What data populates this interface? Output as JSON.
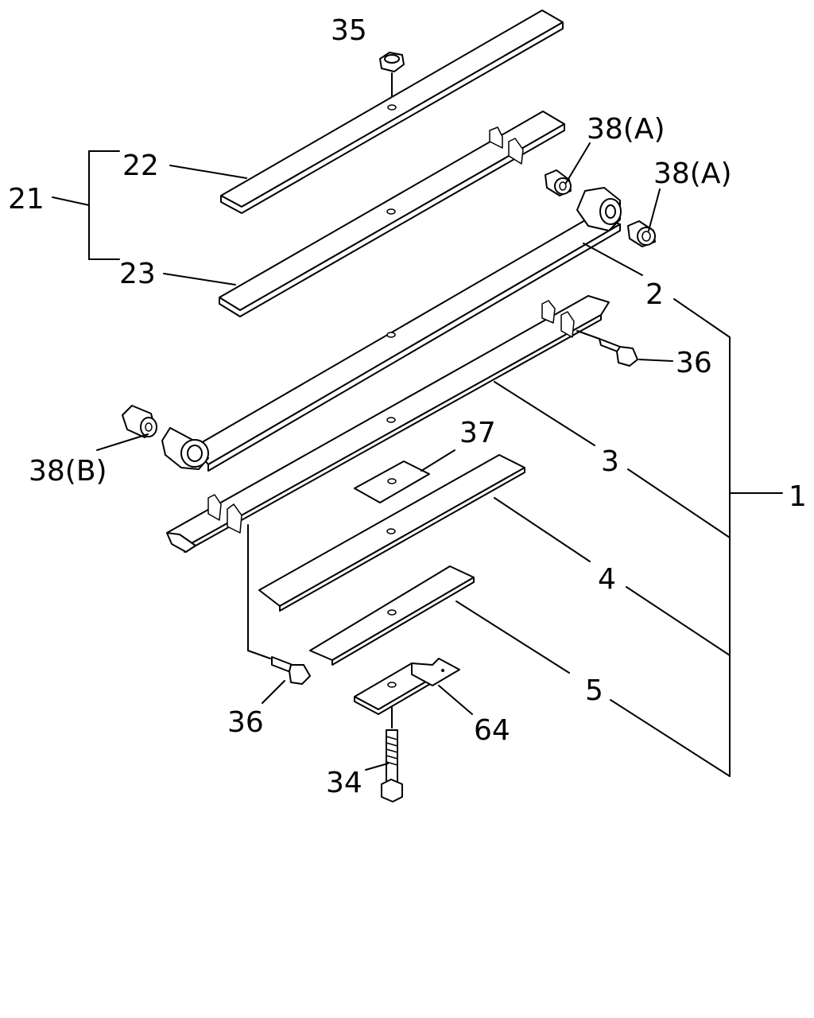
{
  "labels": {
    "p35": "35",
    "p22": "22",
    "p21": "21",
    "p23": "23",
    "p38a_1": "38(A)",
    "p38a_2": "38(A)",
    "p2": "2",
    "p36_top": "36",
    "p38b": "38(B)",
    "p3": "3",
    "p37": "37",
    "p1": "1",
    "p4": "4",
    "p36_bottom": "36",
    "p5": "5",
    "p64": "64",
    "p34": "34"
  },
  "colors": {
    "line": "#000000",
    "background": "#ffffff"
  }
}
